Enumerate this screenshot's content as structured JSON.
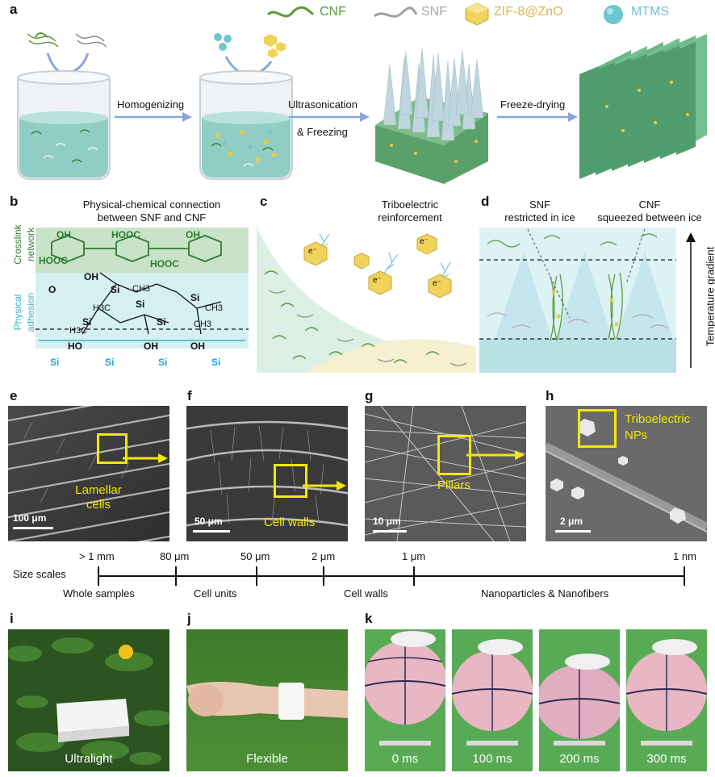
{
  "panels": [
    "a",
    "b",
    "c",
    "d",
    "e",
    "f",
    "g",
    "h",
    "i",
    "j",
    "k"
  ],
  "legend": {
    "cnf": "CNF",
    "snf": "SNF",
    "zif": "ZIF-8@ZnO",
    "mtms": "MTMS",
    "colors": {
      "cnf": "#5a9a3c",
      "snf": "#9a9a9a",
      "zif": "#e8c94a",
      "mtms": "#6ec6cf"
    }
  },
  "a": {
    "step1": "Homogenizing",
    "step2_line1": "Ultrasonication",
    "step2_line2": "& Freezing",
    "step3": "Freeze-drying"
  },
  "b": {
    "title_line1": "Physical-chemical connection",
    "title_line2": "between SNF and CNF",
    "crosslink_line1": "Crosslink",
    "crosslink_line2": "network",
    "physical_line1": "Physical",
    "physical_line2": "adhesion",
    "groups": {
      "hooc": "HOOC",
      "oh": "OH",
      "o": "O",
      "si": "Si",
      "ch3": "CH3",
      "h3c": "H3C",
      "ho": "HO"
    }
  },
  "c": {
    "title_line1": "Triboelectric",
    "title_line2": "reinforcement",
    "electron": "e⁻"
  },
  "d": {
    "snf_line1": "SNF",
    "snf_line2": "restricted in ice",
    "cnf_line1": "CNF",
    "cnf_line2": "squeezed between ice",
    "gradient": "Temperature gradient"
  },
  "e": {
    "label_line1": "Lamellar",
    "label_line2": "cells",
    "scale": "100 μm"
  },
  "f": {
    "label": "Cell walls",
    "scale": "50 μm"
  },
  "g": {
    "label": "Pillars",
    "scale": "10 μm"
  },
  "h": {
    "label_line1": "Triboelectric",
    "label_line2": "NPs",
    "scale": "2 μm"
  },
  "scale_axis": {
    "title": "Size scales",
    "ticks": [
      "> 1 mm",
      "80 μm",
      "50 μm",
      "2 μm",
      "1 μm",
      "1 nm"
    ],
    "ranges": [
      "Whole samples",
      "Cell units",
      "Cell walls",
      "Nanoparticles & Nanofibers"
    ]
  },
  "i": {
    "caption": "Ultralight"
  },
  "j": {
    "caption": "Flexible"
  },
  "k": {
    "frames": [
      "0 ms",
      "100 ms",
      "200 ms",
      "300 ms"
    ]
  }
}
